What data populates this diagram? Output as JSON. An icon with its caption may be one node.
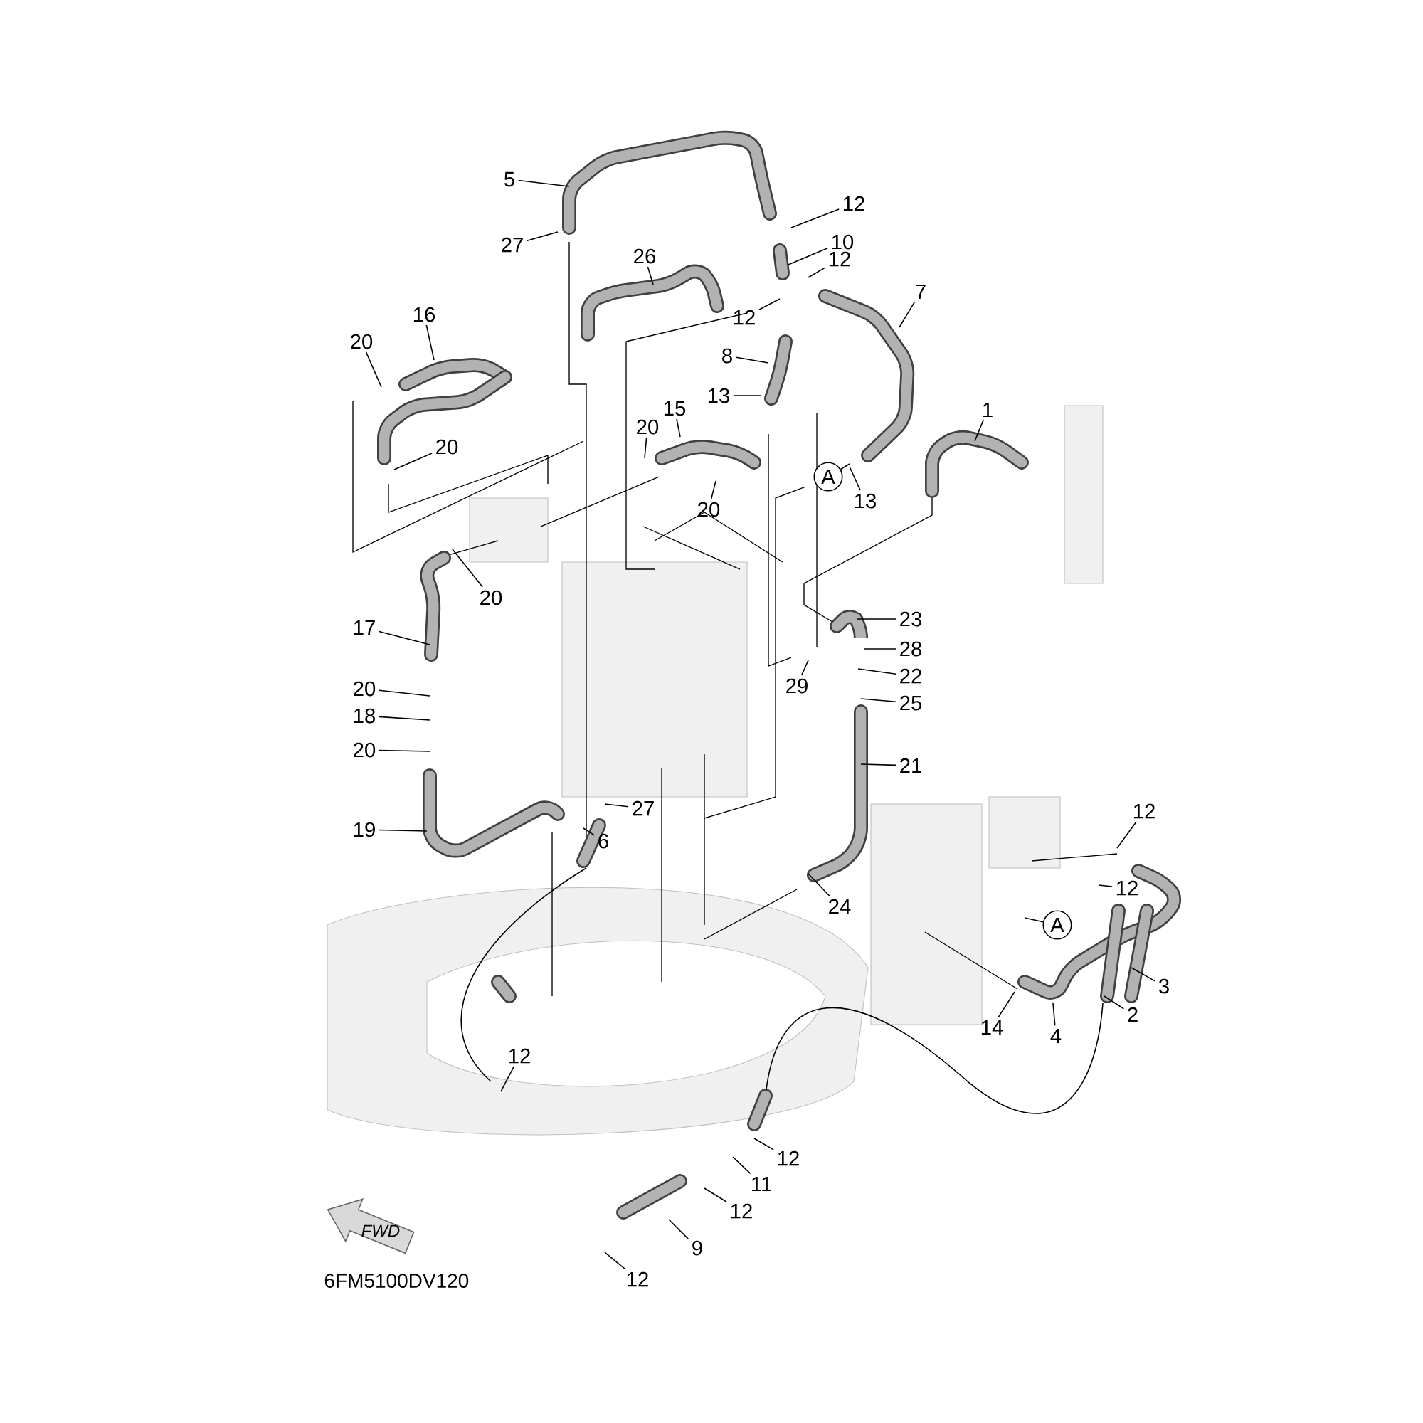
{
  "diagram": {
    "nodes": [
      {
        "text": [
          "5"
        ]
      },
      {
        "text": [
          "27"
        ]
      },
      {
        "text": [
          "12"
        ]
      },
      {
        "text": [
          "10"
        ]
      },
      {
        "text": [
          "12"
        ]
      },
      {
        "text": [
          "26"
        ]
      },
      {
        "text": [
          "12"
        ]
      },
      {
        "text": [
          "7"
        ]
      },
      {
        "text": [
          "16"
        ]
      },
      {
        "text": [
          "20"
        ]
      },
      {
        "text": [
          "8"
        ]
      },
      {
        "text": [
          "13"
        ]
      },
      {
        "text": [
          "15"
        ]
      },
      {
        "text": [
          "20"
        ]
      },
      {
        "text": [
          "20"
        ]
      },
      {
        "text": [
          "1"
        ]
      },
      {
        "text": [
          "A"
        ]
      },
      {
        "text": [
          "13"
        ]
      },
      {
        "text": [
          "20"
        ]
      },
      {
        "text": [
          "20"
        ]
      },
      {
        "text": [
          "17"
        ]
      },
      {
        "text": [
          "23"
        ]
      },
      {
        "text": [
          "28"
        ]
      },
      {
        "text": [
          "29"
        ]
      },
      {
        "text": [
          "22"
        ]
      },
      {
        "text": [
          "20"
        ]
      },
      {
        "text": [
          "25"
        ]
      },
      {
        "text": [
          "18"
        ]
      },
      {
        "text": [
          "20"
        ]
      },
      {
        "text": [
          "21"
        ]
      },
      {
        "text": [
          "27"
        ]
      },
      {
        "text": [
          "19"
        ]
      },
      {
        "text": [
          "6"
        ]
      },
      {
        "text": [
          "12"
        ]
      },
      {
        "text": [
          "24"
        ]
      },
      {
        "text": [
          "12"
        ]
      },
      {
        "text": [
          "A"
        ]
      },
      {
        "text": [
          "3"
        ]
      },
      {
        "text": [
          "2"
        ]
      },
      {
        "text": [
          "14"
        ]
      },
      {
        "text": [
          "4"
        ]
      },
      {
        "text": [
          "12"
        ]
      },
      {
        "text": [
          "12"
        ]
      },
      {
        "text": [
          "11"
        ]
      },
      {
        "text": [
          "12"
        ]
      },
      {
        "text": [
          "9"
        ]
      },
      {
        "text": [
          "12"
        ]
      }
    ],
    "edges": [
      {
        "from": 0,
        "to": null,
        "arrow": "none"
      },
      {
        "from": 1,
        "to": null,
        "arrow": "none"
      },
      {
        "from": 2,
        "to": null,
        "arrow": "none"
      },
      {
        "from": 3,
        "to": null,
        "arrow": "none"
      },
      {
        "from": 4,
        "to": null,
        "arrow": "none"
      },
      {
        "from": 5,
        "to": null,
        "arrow": "none"
      },
      {
        "from": 6,
        "to": null,
        "arrow": "none"
      },
      {
        "from": 7,
        "to": null,
        "arrow": "none"
      },
      {
        "from": 8,
        "to": null,
        "arrow": "none"
      },
      {
        "from": 9,
        "to": null,
        "arrow": "none"
      },
      {
        "from": 10,
        "to": null,
        "arrow": "none"
      },
      {
        "from": 11,
        "to": null,
        "arrow": "none"
      },
      {
        "from": 12,
        "to": null,
        "arrow": "none"
      },
      {
        "from": 13,
        "to": null,
        "arrow": "none"
      },
      {
        "from": 14,
        "to": null,
        "arrow": "none"
      },
      {
        "from": 15,
        "to": null,
        "arrow": "none"
      },
      {
        "from": 16,
        "to": null,
        "arrow": "none"
      },
      {
        "from": 17,
        "to": null,
        "arrow": "none"
      },
      {
        "from": 18,
        "to": null,
        "arrow": "none"
      },
      {
        "from": 19,
        "to": null,
        "arrow": "none"
      },
      {
        "from": 20,
        "to": null,
        "arrow": "none"
      },
      {
        "from": 21,
        "to": null,
        "arrow": "none"
      },
      {
        "from": 22,
        "to": null,
        "arrow": "none"
      },
      {
        "from": 23,
        "to": null,
        "arrow": "none"
      },
      {
        "from": 24,
        "to": null,
        "arrow": "none"
      },
      {
        "from": 25,
        "to": null,
        "arrow": "none"
      },
      {
        "from": 26,
        "to": null,
        "arrow": "none"
      },
      {
        "from": 27,
        "to": null,
        "arrow": "none"
      },
      {
        "from": 28,
        "to": null,
        "arrow": "none"
      },
      {
        "from": 29,
        "to": null,
        "arrow": "none"
      },
      {
        "from": 30,
        "to": null,
        "arrow": "none"
      },
      {
        "from": 31,
        "to": null,
        "arrow": "none"
      },
      {
        "from": 32,
        "to": null,
        "arrow": "none"
      },
      {
        "from": 33,
        "to": null,
        "arrow": "none"
      },
      {
        "from": 34,
        "to": null,
        "arrow": "none"
      },
      {
        "from": 35,
        "to": null,
        "arrow": "none"
      },
      {
        "from": 36,
        "to": null,
        "arrow": "none"
      },
      {
        "from": 37,
        "to": null,
        "arrow": "none"
      },
      {
        "from": 38,
        "to": null,
        "arrow": "none"
      },
      {
        "from": 39,
        "to": null,
        "arrow": "none"
      },
      {
        "from": 40,
        "to": null,
        "arrow": "none"
      },
      {
        "from": 41,
        "to": null,
        "arrow": "none"
      },
      {
        "from": 42,
        "to": null,
        "arrow": "none"
      },
      {
        "from": 43,
        "to": null,
        "arrow": "none"
      },
      {
        "from": 44,
        "to": null,
        "arrow": "none"
      },
      {
        "from": 45,
        "to": null,
        "arrow": "none"
      },
      {
        "from": 46,
        "to": null,
        "arrow": "none"
      }
    ],
    "labels": [
      "FWD",
      "6FM5100DV120"
    ]
  }
}
